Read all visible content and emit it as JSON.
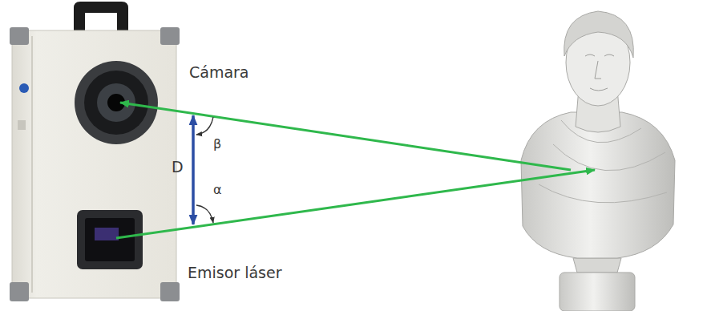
{
  "diagram": {
    "labels": [
      "Cámara",
      "Emisor láser",
      "D",
      "β",
      "α"
    ]
  }
}
